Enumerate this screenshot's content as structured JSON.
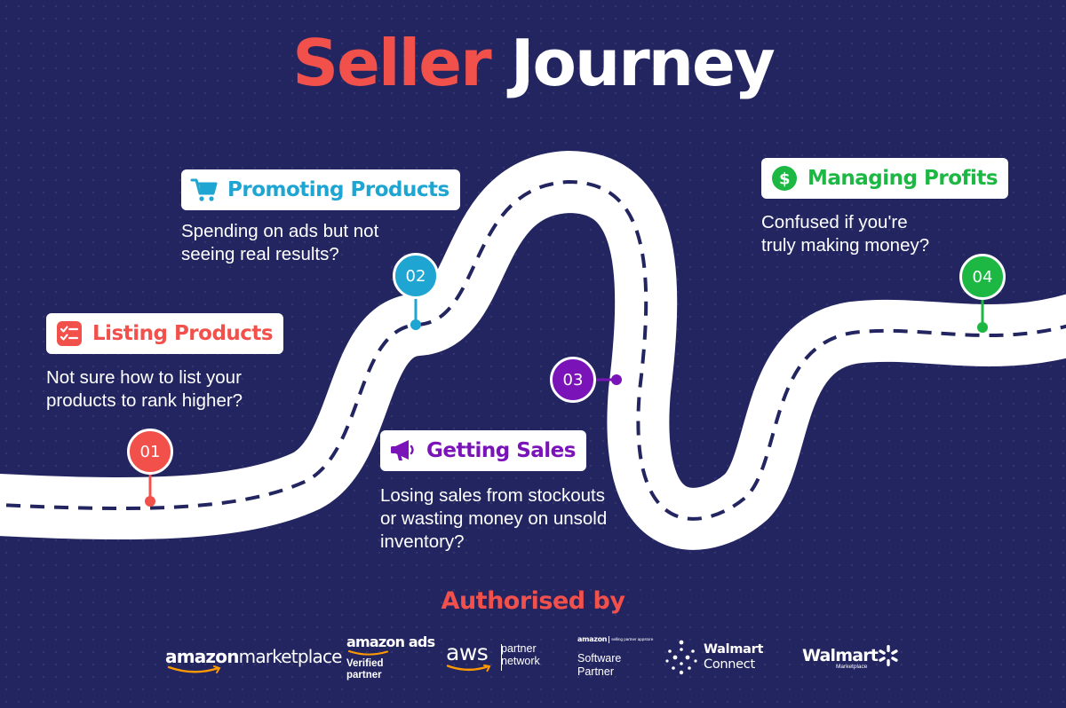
{
  "title": {
    "part1": "Seller",
    "part2": "Journey"
  },
  "colors": {
    "background": "#232560",
    "accent_red": "#f2504b",
    "stage1": "#f2504b",
    "stage2": "#1ea5d1",
    "stage3": "#7a14b8",
    "stage4": "#1db844",
    "road": "#ffffff",
    "road_dash": "#232560"
  },
  "stages": [
    {
      "number": "01",
      "label": "Listing Products",
      "icon": "checklist-icon",
      "description_lines": [
        "Not sure how to list your",
        "products to rank higher?"
      ]
    },
    {
      "number": "02",
      "label": "Promoting Products",
      "icon": "shopping-cart-icon",
      "description_lines": [
        "Spending on ads but not",
        "seeing real results?"
      ]
    },
    {
      "number": "03",
      "label": "Getting Sales",
      "icon": "megaphone-icon",
      "description_lines": [
        "Losing sales from stockouts",
        "or wasting money on unsold",
        "inventory?"
      ]
    },
    {
      "number": "04",
      "label": "Managing Profits",
      "icon": "dollar-icon",
      "description_lines": [
        "Confused if you're",
        "truly making money?"
      ]
    }
  ],
  "footer": {
    "heading": "Authorised by",
    "logos": {
      "amazon_marketplace": {
        "a": "amazon",
        "b": "marketplace"
      },
      "amazon_ads": {
        "brand": "amazon ads",
        "line1": "Verified",
        "line2": "partner"
      },
      "aws": {
        "brand": "aws",
        "line1": "partner",
        "line2": "network"
      },
      "amazon_spn": {
        "brand": "amazon",
        "tag": "selling partner appstore",
        "line1": "Software",
        "line2": "Partner"
      },
      "walmart_connect": {
        "line1": "Walmart",
        "line2": "Connect"
      },
      "walmart_marketplace": {
        "brand": "Walmart",
        "sub": "Marketplace"
      }
    }
  }
}
